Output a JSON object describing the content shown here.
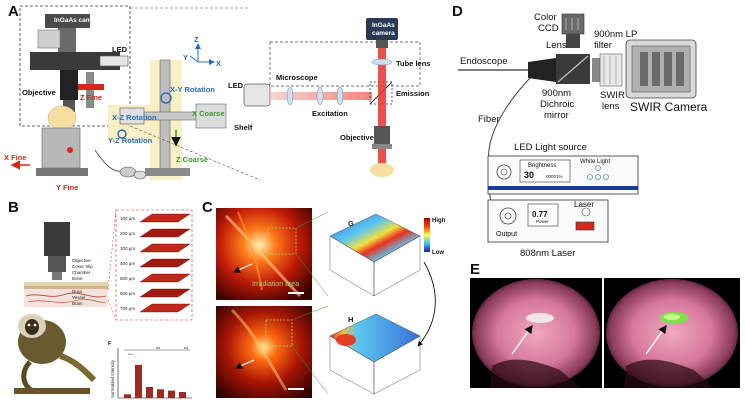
{
  "panels": {
    "a": {
      "letter": "A",
      "labels": {
        "ingaas_camera": "InGaAs camera",
        "led": "LED",
        "objective": "Objective",
        "z_fine": "Z Fine",
        "x_fine": "X Fine",
        "y_fine": "Y Fine",
        "xz_rotation": "X-Z Rotation",
        "yz_rotation": "Y-Z Rotation",
        "xy_rotation": "X-Y Rotation",
        "x_coarse": "X Coarse",
        "z_coarse": "Z Coarse",
        "shelf": "Shelf",
        "axis_z": "Z",
        "axis_y": "Y",
        "axis_x": "X"
      },
      "inset": {
        "ingaas_camera_line1": "InGaAs",
        "ingaas_camera_line2": "camera",
        "led": "LED",
        "microscope": "Microscope",
        "tube_lens": "Tube lens",
        "excitation": "Excitation",
        "emission": "Emission",
        "objective": "Objective"
      }
    },
    "b": {
      "letter": "B",
      "layer_labels": [
        "Objective",
        "Cover Slip",
        "Chamber",
        "Bone",
        "Dura",
        "Vessel",
        "Brain"
      ],
      "depth_labels": [
        "100 μm",
        "200 μm",
        "300 μm",
        "400 μm",
        "500 μm",
        "600 μm",
        "700 μm"
      ],
      "bar_chart": {
        "letter": "F",
        "ylabel": "Normalized Intensity",
        "significance": [
          "***",
          "ns",
          "ns"
        ]
      }
    },
    "c": {
      "letter": "C",
      "irradiation_label": "Irradiation area",
      "surface_labels": [
        "G",
        "H"
      ],
      "colorbar": {
        "high": "High",
        "low": "Low"
      }
    },
    "d": {
      "letter": "D",
      "labels": {
        "color_ccd_1": "Color",
        "color_ccd_2": "CCD",
        "lens": "Lens",
        "lp_filter_1": "900nm LP",
        "lp_filter_2": "filter",
        "endoscope": "Endoscope",
        "dichroic_1": "900nm",
        "dichroic_2": "Dichroic",
        "dichroic_3": "mirror",
        "swir_lens_1": "SWIR",
        "swir_lens_2": "lens",
        "swir_camera": "SWIR Camera",
        "fiber": "Fiber",
        "led_light_source": "LED Light source",
        "brightness": "Brightness",
        "brightness_value": "30",
        "brightness_unit": "00001%",
        "white_light": "White Light",
        "output": "Output",
        "laser": "Laser",
        "power_value": "0.77",
        "power": "Power",
        "laser_808": "808nm Laser"
      }
    },
    "e": {
      "letter": "E"
    }
  },
  "colors": {
    "highlight_yellow": "#f7eec0",
    "beam_red": "#e8322a",
    "arrow_red": "#d9261c",
    "rotation_blue": "#2a6fb8",
    "coarse_green": "#3a9a2c",
    "bar_red": "#9e2a22",
    "nir_green": "#7ee04a"
  }
}
